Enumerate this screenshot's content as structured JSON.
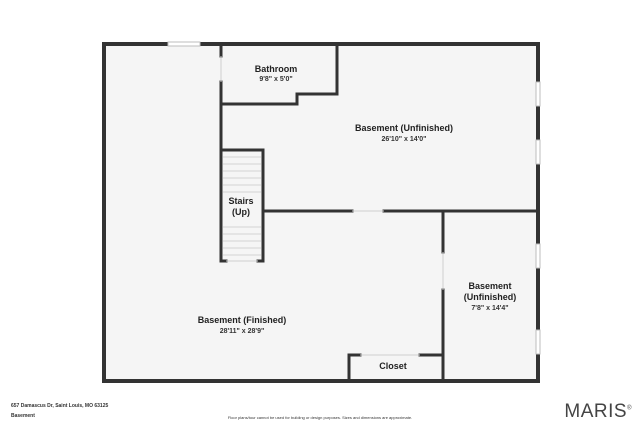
{
  "rooms": {
    "bathroom": {
      "name": "Bathroom",
      "dims": "9'8\" x 5'0\""
    },
    "basement_unfinished_main": {
      "name": "Basement (Unfinished)",
      "dims": "26'10\" x 14'0\""
    },
    "stairs": {
      "name_line1": "Stairs",
      "name_line2": "(Up)"
    },
    "basement_unfinished_side": {
      "name_line1": "Basement",
      "name_line2": "(Unfinished)",
      "dims": "7'8\" x 14'4\""
    },
    "basement_finished": {
      "name": "Basement (Finished)",
      "dims": "28'11\" x 28'9\""
    },
    "closet": {
      "name": "Closet"
    }
  },
  "footer": {
    "address": "657 Damascus Dr, Saint Louis, MO 63125",
    "level": "Basement",
    "disclaimer": "Floor plans/tour cannot be used for building or design purposes. Sizes and dimensions are approximate.",
    "brand": "MARIS",
    "brand_mark": "®"
  },
  "colors": {
    "wall": "#333333",
    "floor": "#f5f5f5",
    "window": "#d8d8d8"
  }
}
